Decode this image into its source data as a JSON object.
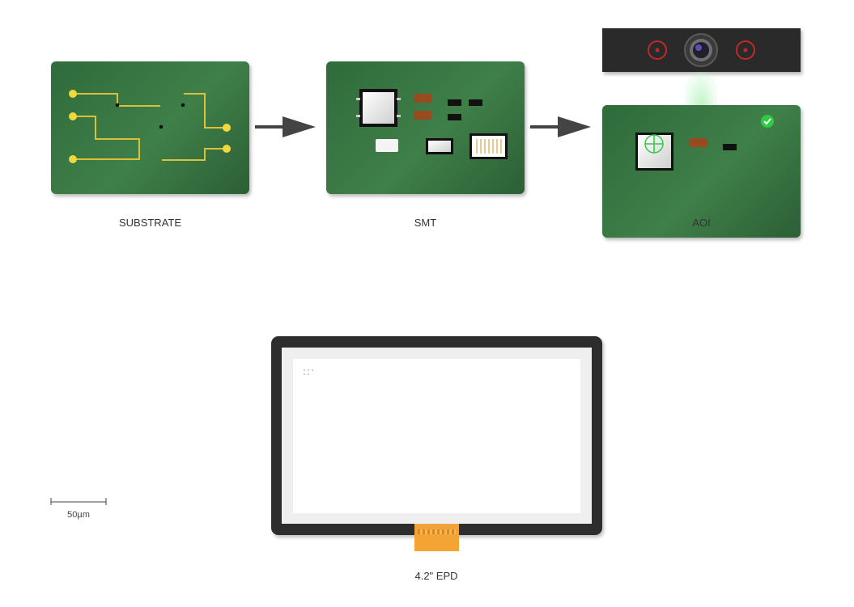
{
  "stages": [
    {
      "id": "substrate",
      "label": "SUBSTRATE"
    },
    {
      "id": "smt",
      "label": "SMT"
    },
    {
      "id": "aoi",
      "label": "AOI"
    }
  ],
  "display": {
    "label": "4.2\" EPD"
  },
  "scale_bar": {
    "label": "50µm"
  },
  "colors": {
    "board_green": "#3a7444",
    "trace_gold": "#d9c23a",
    "pad_yellow": "#f2d83a",
    "arrow": "#444444",
    "camera_body": "#2a2a2a",
    "camera_ring": "#c0292b",
    "inspection_ok": "#2ecc40",
    "capacitor": "#9a4a1f",
    "fpc_orange": "#f5a430"
  },
  "icons": {
    "inspect": "crosshair-icon",
    "pass": "check-circle-icon"
  }
}
